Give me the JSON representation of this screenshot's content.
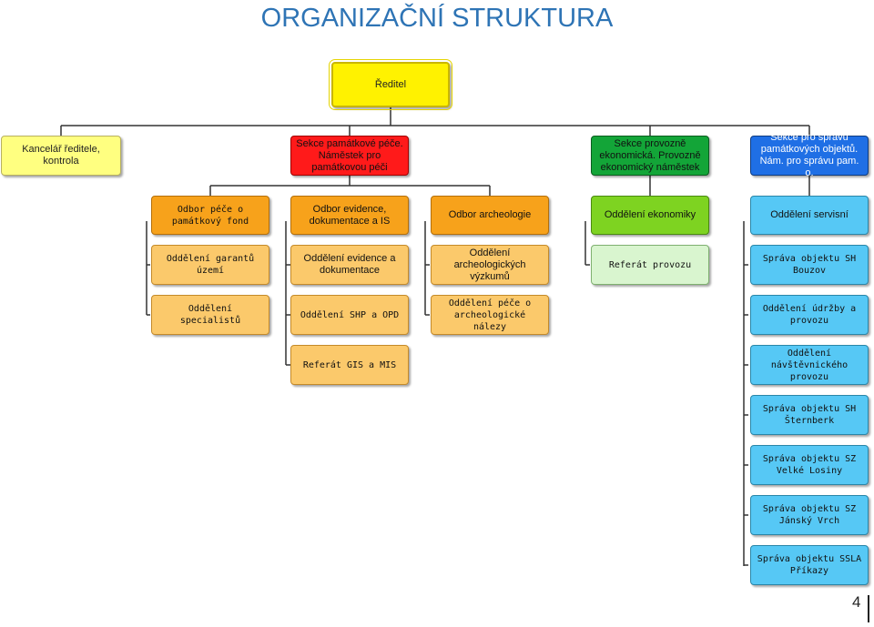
{
  "title": "ORGANIZAČNÍ STRUKTURA",
  "director": "Ředitel",
  "kancelar": "Kancelář ředitele, kontrola",
  "sections": {
    "pamatkova": "Sekce památkové péče. Náměstek pro památkovou péči",
    "ekonomicka": "Sekce provozně ekonomická. Provozně ekonomický náměstek",
    "sprava": "Sekce pro správu památkových objektů. Nám. pro správu pam. o."
  },
  "level2": {
    "odbor_pece": "Odbor péče o památkový fond",
    "odbor_evidence": "Odbor evidence, dokumentace a IS",
    "odbor_archeologie": "Odbor archeologie",
    "oddeleni_ekonomiky": "Oddělení ekonomiky",
    "oddeleni_servisni": "Oddělení servisní"
  },
  "units": {
    "garantu": "Oddělení garantů území",
    "specialistu": "Oddělení specialistů",
    "evidence_dok": "Oddělení evidence a dokumentace",
    "shp_opd": "Oddělení SHP a OPD",
    "gis_mis": "Referát GIS a MIS",
    "arch_vyzkumu": "Oddělení archeologických výzkumů",
    "pece_nalezy": "Oddělení péče o archeologické nálezy",
    "provozu": "Referát provozu",
    "bouzov": "Správa objektu SH Bouzov",
    "udrzby": "Oddělení údržby a provozu",
    "navstevnickeho": "Oddělení návštěvnického provozu",
    "sternberk": "Správa objektu SH Šternberk",
    "velke_losiny": "Správa objektu SZ Velké Losiny",
    "jansky_vrch": "Správa objektu SZ Jánský Vrch",
    "prikazy": "Správa objektu SSLA Příkazy"
  },
  "page_number": "4"
}
